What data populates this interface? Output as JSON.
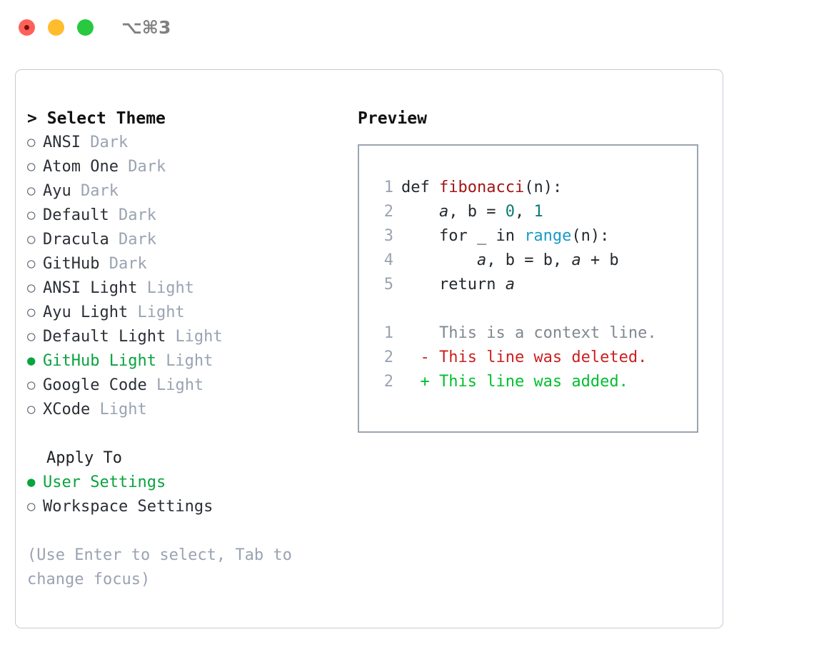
{
  "titlebar": {
    "shortcut": "⌥⌘3",
    "buttons": [
      {
        "name": "close",
        "color": "#ff6159"
      },
      {
        "name": "minimize",
        "color": "#ffbd2e"
      },
      {
        "name": "maximize",
        "color": "#28c840"
      }
    ]
  },
  "left": {
    "header_caret": ">",
    "header": "Select Theme",
    "bullet_off": "○",
    "bullet_on": "●",
    "themes": [
      {
        "name": "ANSI",
        "tag": "Dark",
        "selected": false
      },
      {
        "name": "Atom One",
        "tag": "Dark",
        "selected": false
      },
      {
        "name": "Ayu",
        "tag": "Dark",
        "selected": false
      },
      {
        "name": "Default",
        "tag": "Dark",
        "selected": false
      },
      {
        "name": "Dracula",
        "tag": "Dark",
        "selected": false
      },
      {
        "name": "GitHub",
        "tag": "Dark",
        "selected": false
      },
      {
        "name": "ANSI Light",
        "tag": "Light",
        "selected": false
      },
      {
        "name": "Ayu Light",
        "tag": "Light",
        "selected": false
      },
      {
        "name": "Default Light",
        "tag": "Light",
        "selected": false
      },
      {
        "name": "GitHub Light",
        "tag": "Light",
        "selected": true
      },
      {
        "name": "Google Code",
        "tag": "Light",
        "selected": false
      },
      {
        "name": "XCode",
        "tag": "Light",
        "selected": false
      }
    ],
    "apply_to_label": "Apply To",
    "apply_to_options": [
      {
        "name": "User Settings",
        "selected": true
      },
      {
        "name": "Workspace Settings",
        "selected": false
      }
    ],
    "hint": "(Use Enter to select, Tab to change focus)"
  },
  "right": {
    "title": "Preview",
    "code_lines": [
      {
        "no": "1",
        "tokens": [
          {
            "t": "def ",
            "c": "tok-def"
          },
          {
            "t": "fibonacci",
            "c": "tok-fn"
          },
          {
            "t": "(n):",
            "c": "tok-punc"
          }
        ]
      },
      {
        "no": "2",
        "tokens": [
          {
            "t": "    ",
            "c": "tok-punc"
          },
          {
            "t": "a",
            "c": "tok-var"
          },
          {
            "t": ", ",
            "c": "tok-punc"
          },
          {
            "t": "b",
            "c": "tok-punc"
          },
          {
            "t": " = ",
            "c": "tok-punc"
          },
          {
            "t": "0",
            "c": "tok-num"
          },
          {
            "t": ", ",
            "c": "tok-punc"
          },
          {
            "t": "1",
            "c": "tok-num"
          }
        ]
      },
      {
        "no": "3",
        "tokens": [
          {
            "t": "    for _ in ",
            "c": "tok-kw"
          },
          {
            "t": "range",
            "c": "tok-builtin"
          },
          {
            "t": "(n):",
            "c": "tok-punc"
          }
        ]
      },
      {
        "no": "4",
        "tokens": [
          {
            "t": "        ",
            "c": "tok-punc"
          },
          {
            "t": "a",
            "c": "tok-var"
          },
          {
            "t": ", b = b, ",
            "c": "tok-punc"
          },
          {
            "t": "a",
            "c": "tok-var"
          },
          {
            "t": " + b",
            "c": "tok-punc"
          }
        ]
      },
      {
        "no": "5",
        "tokens": [
          {
            "t": "    return ",
            "c": "tok-kw"
          },
          {
            "t": "a",
            "c": "tok-var"
          }
        ]
      }
    ],
    "diff_lines": [
      {
        "no": "1",
        "marker": "  ",
        "text": "This is a context line.",
        "kind": "diff-ctx"
      },
      {
        "no": "2",
        "marker": "- ",
        "text": "This line was deleted.",
        "kind": "diff-del"
      },
      {
        "no": "2",
        "marker": "+ ",
        "text": "This line was added.",
        "kind": "diff-add"
      }
    ]
  },
  "colors": {
    "accent_green": "#0aa33f",
    "muted_gray": "#9aa3b2",
    "border": "#c5cbd3",
    "preview_border": "#9aa5b1",
    "diff_add": "#00bf2f",
    "diff_del": "#cc2020",
    "fn_red": "#a31515",
    "builtin_blue": "#1a9ac4",
    "number_teal": "#0d7a75"
  }
}
